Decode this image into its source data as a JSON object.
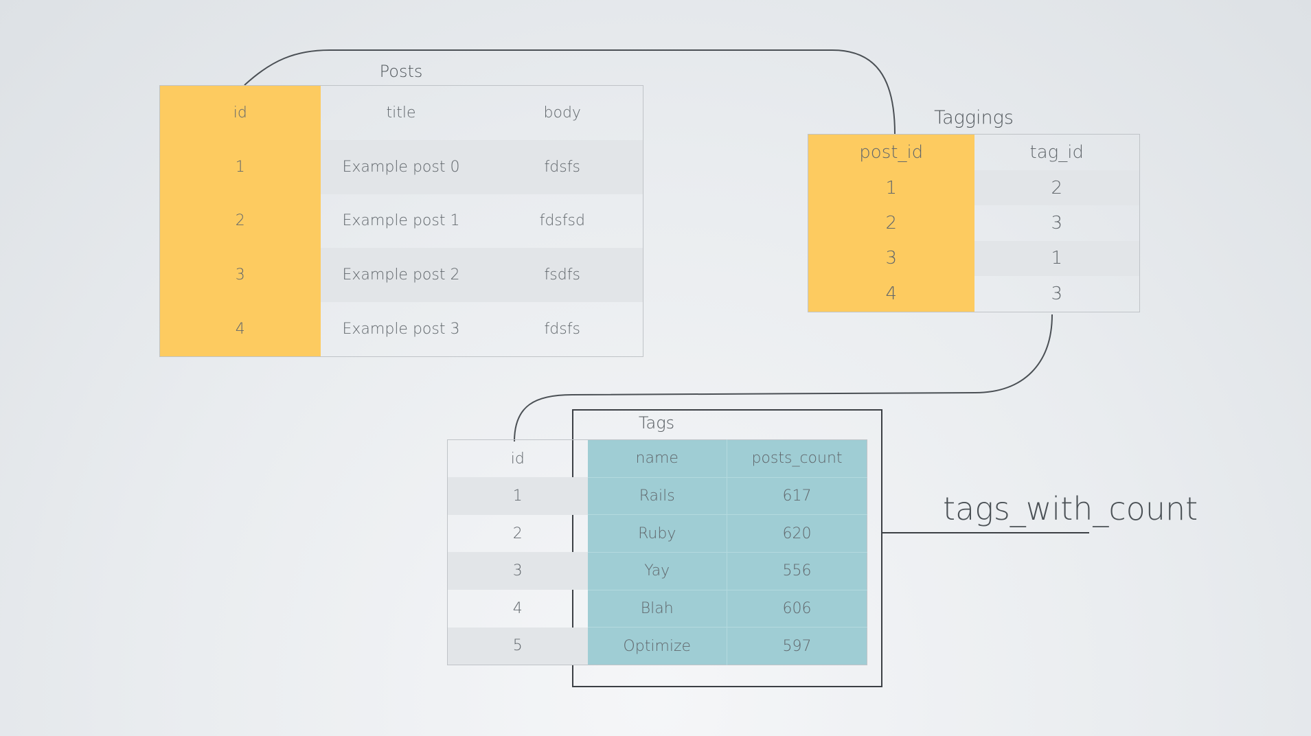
{
  "posts": {
    "caption": "Posts",
    "columns": [
      "id",
      "title",
      "body"
    ],
    "rows": [
      [
        "1",
        "Example post 0",
        "fdsfs"
      ],
      [
        "2",
        "Example post 1",
        "fdsfsd"
      ],
      [
        "3",
        "Example post 2",
        "fsdfs"
      ],
      [
        "4",
        "Example post 3",
        "fdsfs"
      ]
    ]
  },
  "taggings": {
    "caption": "Taggings",
    "columns": [
      "post_id",
      "tag_id"
    ],
    "rows": [
      [
        "1",
        "2"
      ],
      [
        "2",
        "3"
      ],
      [
        "3",
        "1"
      ],
      [
        "4",
        "3"
      ]
    ]
  },
  "tags": {
    "caption": "Tags",
    "columns": [
      "id",
      "name",
      "posts_count"
    ],
    "rows": [
      [
        "1",
        "Rails",
        "617"
      ],
      [
        "2",
        "Ruby",
        "620"
      ],
      [
        "3",
        "Yay",
        "556"
      ],
      [
        "4",
        "Blah",
        "606"
      ],
      [
        "5",
        "Optimize",
        "597"
      ]
    ]
  },
  "view_label": "tags_with_count",
  "colors": {
    "key_column": "#fdcb60",
    "view_highlight": "#9fcdd4",
    "connector": "#4a4f54"
  }
}
